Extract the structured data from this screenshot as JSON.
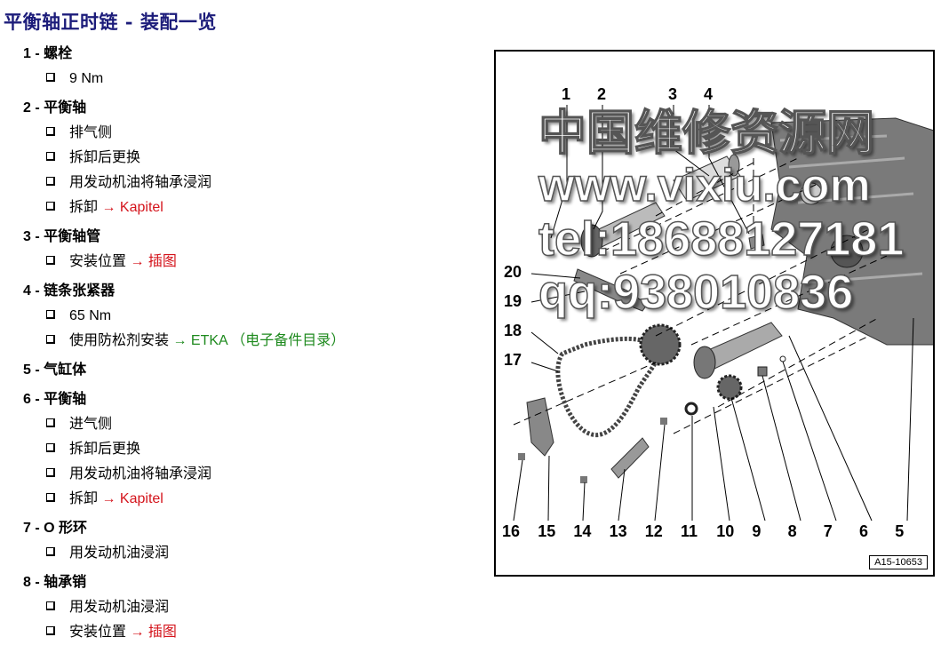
{
  "title": "平衡轴正时链 - 装配一览",
  "sections": [
    {
      "head": "1 - 螺栓",
      "items": [
        {
          "text": "9 Nm"
        }
      ]
    },
    {
      "head": "2 - 平衡轴",
      "items": [
        {
          "text": "排气侧"
        },
        {
          "text": "拆卸后更换"
        },
        {
          "text": "用发动机油将轴承浸润"
        },
        {
          "text": "拆卸",
          "link": "→ Kapitel"
        }
      ]
    },
    {
      "head": "3 - 平衡轴管",
      "items": [
        {
          "text": "安装位置",
          "link": "→ 插图"
        }
      ]
    },
    {
      "head": "4 - 链条张紧器",
      "items": [
        {
          "text": "65 Nm"
        },
        {
          "text": "使用防松剂安装",
          "green_link": "→ ETKA",
          "green_note": "（电子备件目录）"
        }
      ]
    },
    {
      "head": "5 - 气缸体",
      "items": []
    },
    {
      "head": "6 - 平衡轴",
      "items": [
        {
          "text": "进气侧"
        },
        {
          "text": "拆卸后更换"
        },
        {
          "text": "用发动机油将轴承浸润"
        },
        {
          "text": "拆卸",
          "link": "→ Kapitel"
        }
      ]
    },
    {
      "head": "7 - O 形环",
      "items": [
        {
          "text": "用发动机油浸润"
        }
      ]
    },
    {
      "head": "8 - 轴承销",
      "items": [
        {
          "text": "用发动机油浸润"
        },
        {
          "text": "安装位置",
          "link": "→ 插图"
        }
      ]
    }
  ],
  "figure": {
    "callouts_top": [
      "1",
      "2",
      "3",
      "4"
    ],
    "callouts_left": [
      "20",
      "19",
      "18",
      "17"
    ],
    "callouts_bottom": [
      "16",
      "15",
      "14",
      "13",
      "12",
      "11",
      "10",
      "9",
      "8",
      "7",
      "6",
      "5"
    ],
    "figure_id": "A15-10653"
  },
  "watermark": {
    "line1": "中国维修资源网",
    "line2": "www.vixiu.com",
    "line3": "tel:18688127181 qq:938010836"
  },
  "colors": {
    "title": "#1c1c7a",
    "link_red": "#d4141c",
    "link_green": "#1e8a1e"
  }
}
